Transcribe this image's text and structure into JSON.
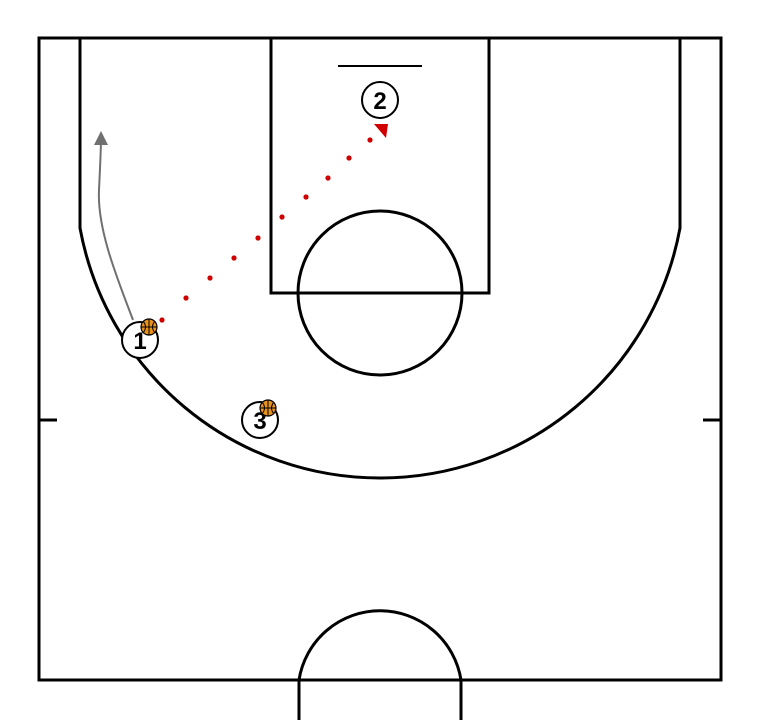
{
  "diagram": {
    "players": [
      {
        "id": "player-1",
        "label": "1",
        "has_ball": true
      },
      {
        "id": "player-2",
        "label": "2",
        "has_ball": false
      },
      {
        "id": "player-3",
        "label": "3",
        "has_ball": true
      }
    ],
    "actions": [
      {
        "type": "pass",
        "from": "1",
        "to": "2",
        "style": "dotted",
        "color": "#d00000"
      },
      {
        "type": "cut",
        "player": "1",
        "style": "solid-arrow",
        "color": "#707070"
      }
    ],
    "colors": {
      "court_lines": "#000000",
      "pass": "#d00000",
      "movement": "#707070",
      "ball": "#e8921a"
    }
  }
}
